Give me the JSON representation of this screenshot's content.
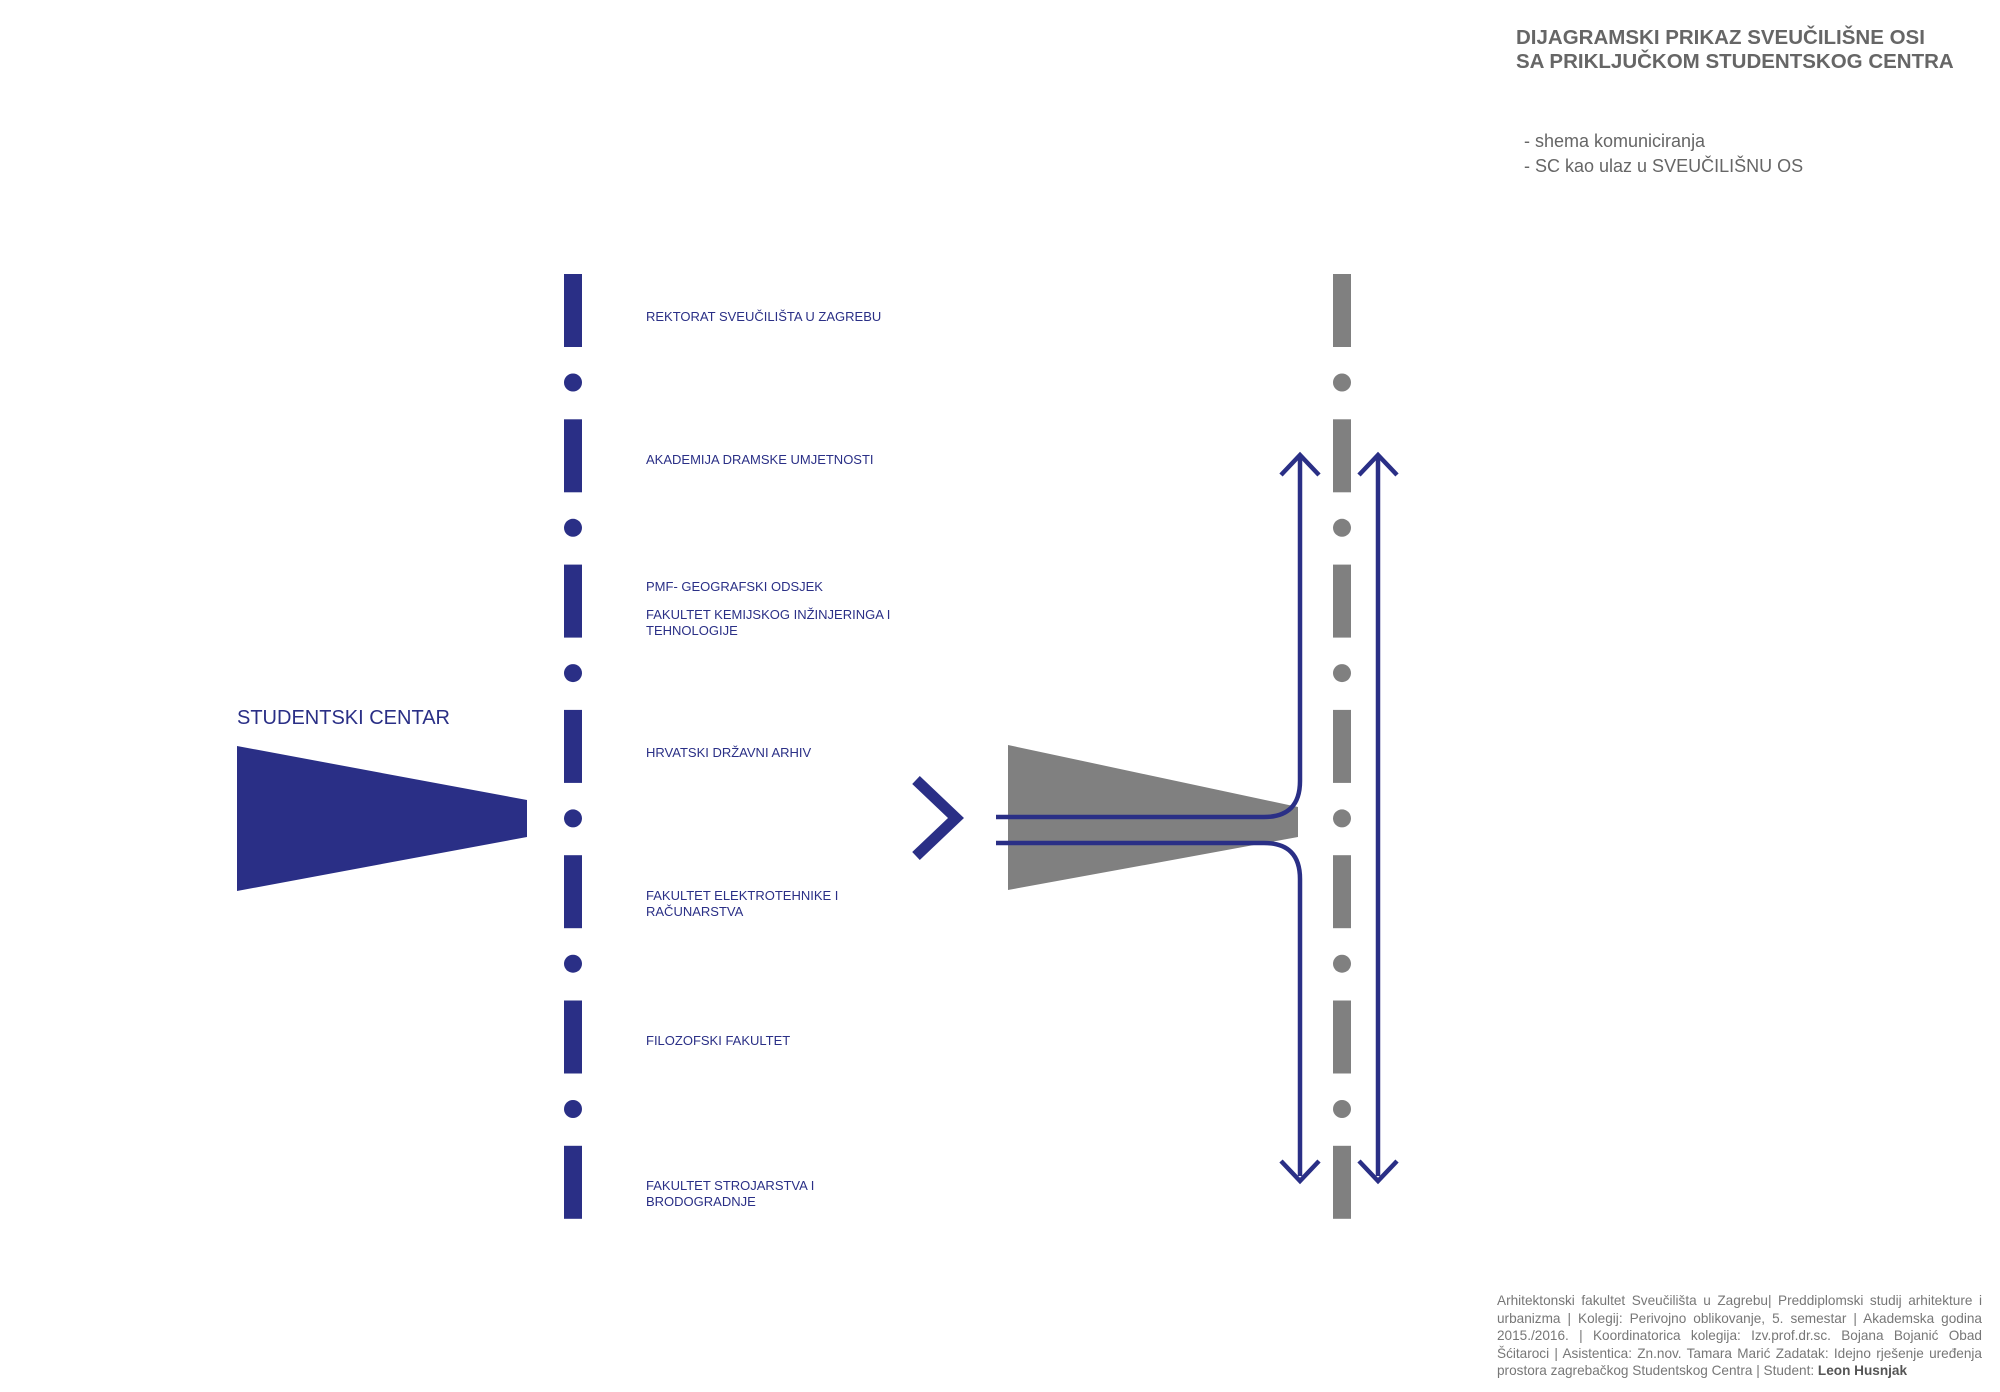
{
  "title": {
    "line1": "DIJAGRAMSKI PRIKAZ SVEUČILIŠNE OSI",
    "line2": "SA PRIKLJUČKOM STUDENTSKOG CENTRA"
  },
  "subtitles": [
    "- shema komuniciranja",
    "- SC kao ulaz u SVEUČILIŠNU OS"
  ],
  "studentski_centar_label": "STUDENTSKI CENTAR",
  "axis_labels": [
    [
      "REKTORAT SVEUČILIŠTA U ZAGREBU"
    ],
    [
      "AKADEMIJA DRAMSKE UMJETNOSTI"
    ],
    [
      "PMF- GEOGRAFSKI ODSJEK"
    ],
    [
      "FAKULTET KEMIJSKOG INŽINJERINGA I",
      "TEHNOLOGIJE"
    ],
    [
      "HRVATSKI DRŽAVNI ARHIV"
    ],
    [
      "FAKULTET ELEKTROTEHNIKE I",
      "RAČUNARSTVA"
    ],
    [
      "FILOZOFSKI FAKULTET"
    ],
    [
      "FAKULTET STROJARSTVA I",
      "BRODOGRADNJE"
    ]
  ],
  "footer": {
    "text": "Arhitektonski fakultet Sveučilišta u Zagrebu| Preddiplomski studij arhitekture i urbanizma | Kolegij: Perivojno oblikovanje, 5. semestar | Akademska godina 2015./2016. | Koordinatorica kolegija: Izv.prof.dr.sc. Bojana Bojanić Obad Šćitaroci | Asistentica: Zn.nov. Tamara Marić Zadatak: Idejno rješenje uređenja prostora zagrebačkog Studentskog Centra | Student: ",
    "student": "Leon Husnjak"
  },
  "colors": {
    "blue": "#2a2f86",
    "gray": "#808080",
    "text_gray": "#666666"
  }
}
